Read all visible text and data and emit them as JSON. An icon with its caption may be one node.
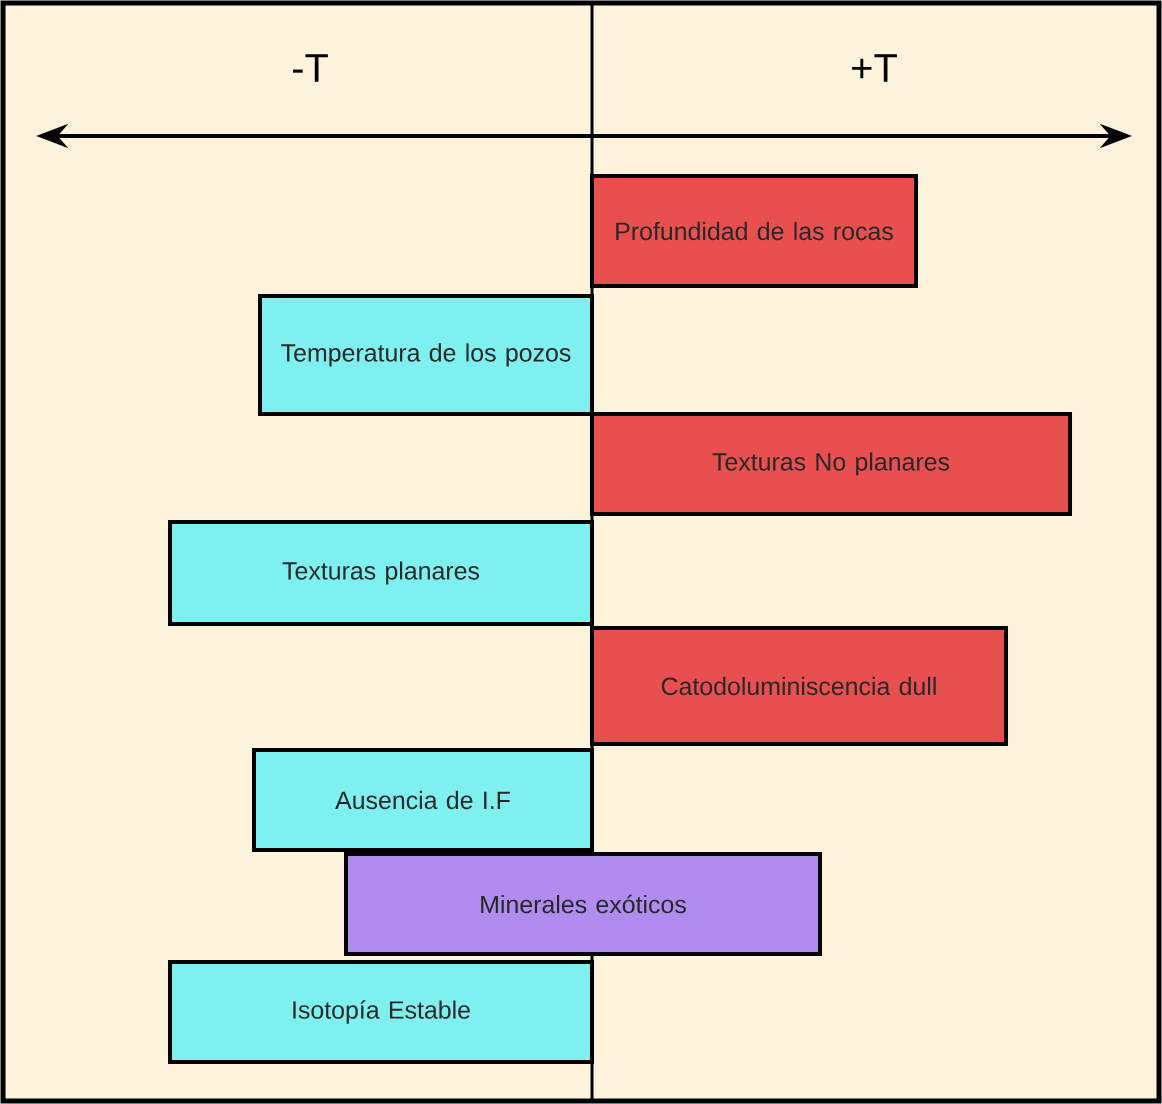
{
  "diagram": {
    "nodes": [
      {
        "text": [
          "Profundidad de las rocas"
        ]
      },
      {
        "text": [
          "Temperatura de los pozos"
        ]
      },
      {
        "text": [
          "Texturas No planares"
        ]
      },
      {
        "text": [
          "Texturas planares"
        ]
      },
      {
        "text": [
          "Catodoluminiscencia dull"
        ]
      },
      {
        "text": [
          "Ausencia de I.F"
        ]
      },
      {
        "text": [
          "Minerales exóticos"
        ]
      },
      {
        "text": [
          "Isotopía Estable"
        ]
      }
    ],
    "labels": [
      "-T",
      "+T"
    ]
  }
}
